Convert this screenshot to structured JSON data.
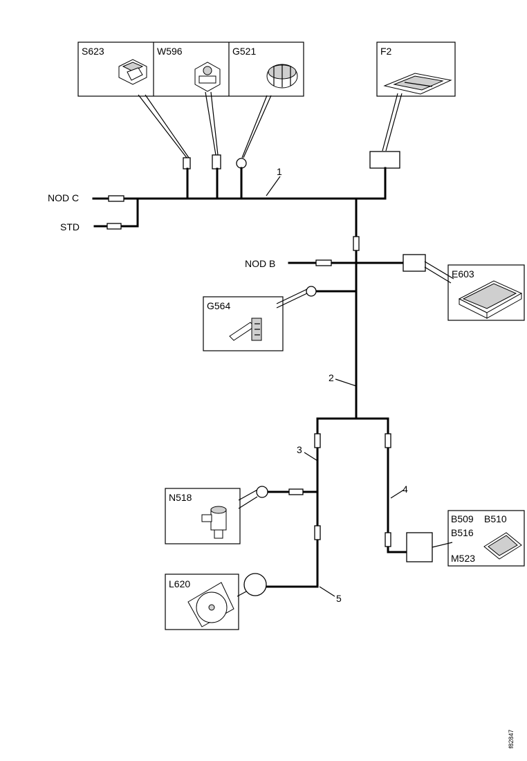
{
  "components": {
    "s623": "S623",
    "w596": "W596",
    "g521": "G521",
    "f2": "F2",
    "e603": "E603",
    "g564": "G564",
    "n518": "N518",
    "l620": "L620",
    "b509": "B509",
    "b510": "B510",
    "b516": "B516",
    "m523": "M523"
  },
  "nodes": {
    "nod_c": "NOD C",
    "std": "STD",
    "nod_b": "NOD B"
  },
  "harness_numbers": {
    "h1": "1",
    "h2": "2",
    "h3": "3",
    "h4": "4",
    "h5": "5"
  },
  "reference_code": "f82847"
}
